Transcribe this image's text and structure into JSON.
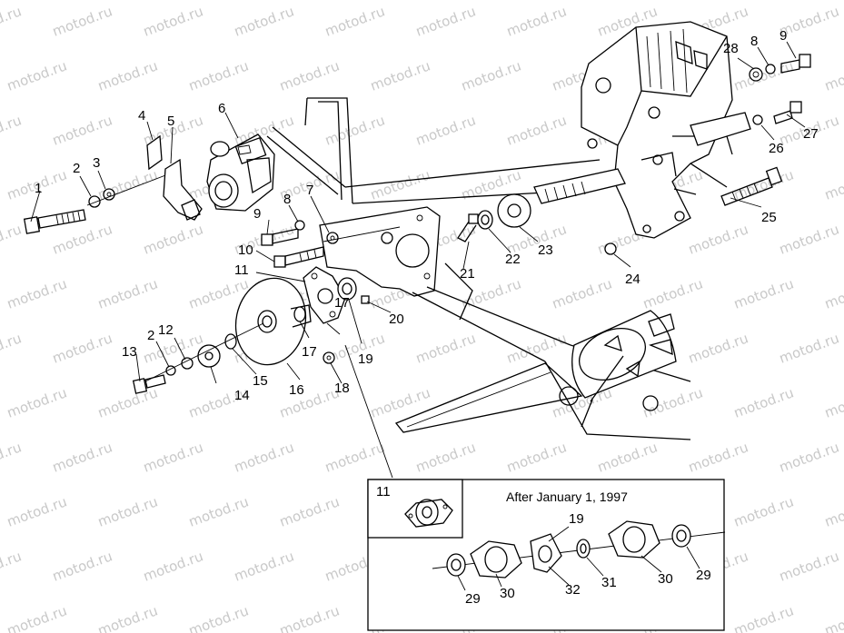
{
  "watermark": "motod.ru",
  "inset": {
    "title": "After January 1, 1997",
    "part_labels": [
      "11",
      "19",
      "29",
      "30",
      "32",
      "31",
      "30",
      "29"
    ]
  },
  "callouts": [
    "1",
    "2",
    "3",
    "4",
    "5",
    "6",
    "7",
    "8",
    "9",
    "10",
    "11",
    "12",
    "13",
    "2",
    "14",
    "15",
    "16",
    "17",
    "17",
    "18",
    "19",
    "20",
    "21",
    "22",
    "23",
    "24",
    "25",
    "26",
    "27",
    "28",
    "8",
    "9"
  ]
}
